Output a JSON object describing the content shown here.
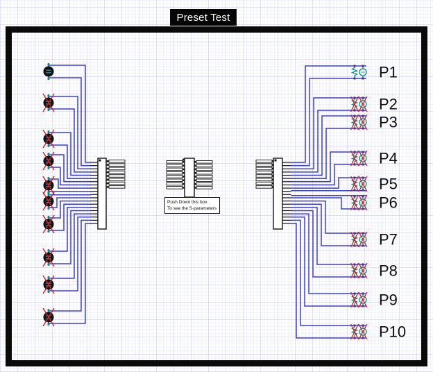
{
  "title": "Preset Test",
  "note": {
    "line1": "Push Down this box",
    "line2": "To see the S-parameters"
  },
  "ports": [
    {
      "label": "P1",
      "deactivated": false
    },
    {
      "label": "P2",
      "deactivated": true
    },
    {
      "label": "P3",
      "deactivated": true
    },
    {
      "label": "P4",
      "deactivated": true
    },
    {
      "label": "P5",
      "deactivated": true
    },
    {
      "label": "P6",
      "deactivated": true
    },
    {
      "label": "P7",
      "deactivated": true
    },
    {
      "label": "P8",
      "deactivated": true
    },
    {
      "label": "P9",
      "deactivated": true
    },
    {
      "label": "P10",
      "deactivated": true
    }
  ],
  "left_terminations": {
    "count": 10,
    "deactivated": [
      false,
      true,
      true,
      true,
      true,
      true,
      true,
      true,
      true,
      true
    ]
  },
  "connectors": {
    "left_pin_count": 20,
    "right_pin_count": 20,
    "comb_rows": 8
  },
  "colors": {
    "wire": "#3e3ecc",
    "symbol_teal": "#008b8b",
    "symbol_teal_light": "#33b8b8",
    "deactivated_x": "#d42020",
    "pin_purple": "#5b2a86",
    "pin_black": "#141414",
    "outline": "#222222",
    "frame": "#0a0a0a",
    "title_bg": "#050505",
    "title_text": "#ffffff",
    "label_text": "#0d0d0d"
  }
}
